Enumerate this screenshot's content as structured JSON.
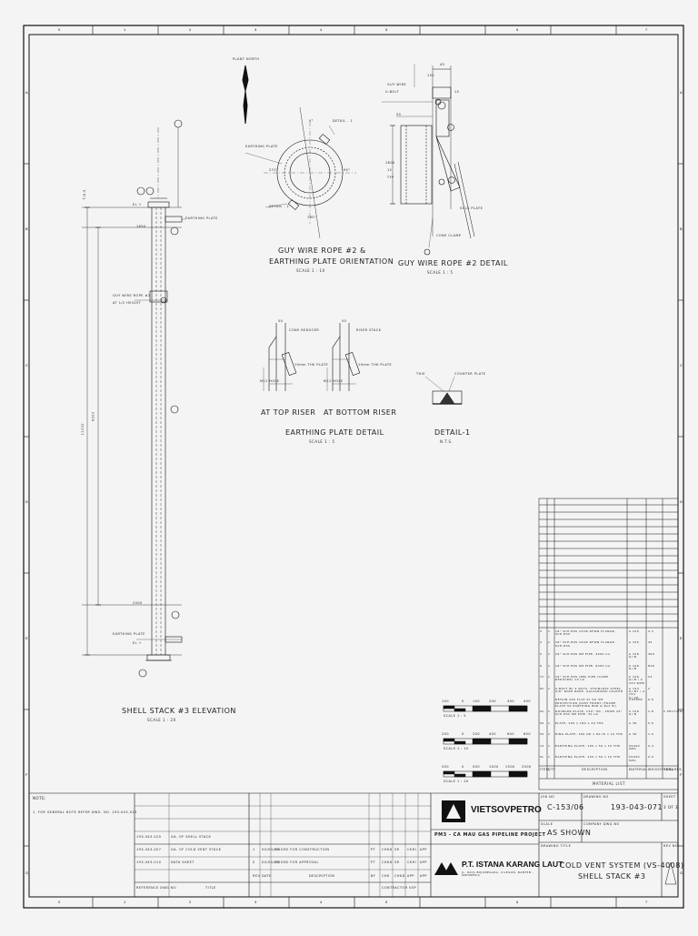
{
  "grid": {
    "columns": [
      "0",
      "1",
      "2",
      "3",
      "4",
      "5",
      "6",
      "7"
    ],
    "rows": [
      "A",
      "B",
      "C",
      "D",
      "E",
      "F",
      "G"
    ]
  },
  "views": {
    "plant_north": "PLANT NORTH",
    "orientation": {
      "title_line1": "GUY WIRE ROPE #2 &",
      "title_line2": "EARTHING PLATE ORIENTATION",
      "scale": "SCALE 1 : 10",
      "labels": [
        "0°",
        "90°",
        "180°",
        "270°",
        "DETAIL - 1",
        "EARTHING PLATE"
      ]
    },
    "guy_detail": {
      "title": "GUY WIRE ROPE #2 DETAIL",
      "scale": "SCALE 1 : 5",
      "labels": [
        "GUY WIRE",
        "U-BOLT",
        "40",
        "150",
        "50",
        "1800",
        "SOLE PLATE",
        "CONE CLAMP",
        "15",
        "12",
        "TYP"
      ]
    },
    "earthing": {
      "title": "EARTHING PLATE DETAIL",
      "scale": "SCALE 1 : 5",
      "top_riser": "AT TOP RISER",
      "bottom_riser": "AT BOTTOM RISER",
      "labels": [
        "CONE REDUCER",
        "RISER STACK",
        "10mm THK PLATE",
        "10mm THK PLATE",
        "M12 HOLE",
        "M12 HOLE",
        "50",
        "50"
      ]
    },
    "detail1": {
      "title": "DETAIL-1",
      "scale": "N.T.S.",
      "labels": [
        "THIS",
        "COUNTER PLATE"
      ]
    },
    "elevation": {
      "title": "SHELL STACK #3 ELEVATION",
      "scale": "SCALE 1 : 20",
      "labels": [
        "EARTHING PLATE",
        "GUY WIRE ROPE #2",
        "AT 1/2 HEIGHT",
        "EARTHING PLATE",
        "EL +",
        "EL +",
        "1850",
        "2000",
        "11000",
        "6000",
        "T.O.S"
      ]
    }
  },
  "scale_bars": [
    {
      "ticks": [
        "100",
        "0",
        "100",
        "200",
        "300",
        "400"
      ],
      "label": "SCALE 1 : 5"
    },
    {
      "ticks": [
        "200",
        "0",
        "200",
        "400",
        "600",
        "800"
      ],
      "label": "SCALE 1 : 10"
    },
    {
      "ticks": [
        "500",
        "0",
        "500",
        "1000",
        "1500",
        "2000"
      ],
      "label": "SCALE 1 : 20"
    }
  ],
  "material_list": {
    "title": "MATERIAL LIST",
    "header": [
      "ITEM",
      "QTY",
      "DESCRIPTION",
      "MATERIAL",
      "WEIGHT (KG)",
      "REMARKS"
    ],
    "rows": [
      [
        "SL",
        "1",
        "EARTHING PLATE, 250 x 50 x 10 THK",
        "SS400 SMA",
        "0.9",
        ""
      ],
      [
        "10",
        "1",
        "EARTHING PLATE, 100 x 50 x 10 THK",
        "SS400 SMA",
        "0.4",
        ""
      ],
      [
        "50",
        "2",
        "RING PLATE, 160 OD x 60 ID x 10 THK",
        "A 36",
        "1.0",
        ""
      ],
      [
        "82",
        "1",
        "PLATE, 200 x 180 x 20 THK",
        "A 36",
        "5.6",
        ""
      ],
      [
        "9C",
        "1",
        "DOUBLER PLATE, 150\" OD - FROM 16\" SCH.80S 6M PIPE, 30 LG",
        "A 106 Gr.B",
        "1.8",
        "2 SECTIONS"
      ],
      [
        "",
        "",
        "RETAIN 200 FLAT PL SO 3M PROTECTION JOINT FRONT (FRAME PLATE SS EARTHING BAR & Rod Pl)",
        "COPPER",
        "0.6",
        ""
      ],
      [
        "8C",
        "1",
        "U-BOLT W/ 2 NUTS, STAINLESS STEEL, 5/8\" WIRE ROPE, GALVANISED COATED",
        "A 193 Gr.B7 / A 194 Gr.2H",
        "2",
        ""
      ],
      [
        "7C",
        "1",
        "16\" SCH.80S (8M) PIPE (CONE REDUCER) 10 LG",
        "A 106 Gr.B / A 234 WPB",
        "23",
        ""
      ],
      [
        "6",
        "1",
        "16\" SCH.80S 6M PIPE, 6000 LG",
        "A 106 Gr.B",
        "826",
        ""
      ],
      [
        "5",
        "1",
        "16\" SCH.80S 6M PIPE, 4000 LG",
        "A 106 Gr.B",
        "369",
        ""
      ],
      [
        "4",
        "1",
        "16\" SCH.80S 150# RFWN FLANGE, SCH.80S",
        "A 105",
        "42",
        ""
      ],
      [
        "3",
        "1",
        "16\" SCH.80S 150# RFWN FLANGE, SCH.80S",
        "A 105",
        "4.3",
        ""
      ]
    ]
  },
  "title_block": {
    "notes_title": "NOTE:",
    "note_1": "1. FOR GENERAL NOTE REFER DWG. NO. 193-043-013",
    "ref_rows": [
      [
        "193-043-020",
        "GA. OF SHELL STACK"
      ],
      [
        "193-043-007",
        "GA. OF COLD VENT STACK"
      ],
      [
        "193-043-010",
        "DATA SHEET"
      ]
    ],
    "ref_header": [
      "REFERENCE DWG NO",
      "TITLE"
    ],
    "revisions": [
      [
        "1",
        "00/00/00",
        "ISSUED FOR CONSTRUCTION",
        "PT",
        "CHKD",
        "SR",
        "CKHI",
        "APP"
      ],
      [
        "0",
        "00/00/00",
        "ISSUED FOR APPROVAL",
        "PT",
        "CHKD",
        "SR",
        "CKHI",
        "APP"
      ]
    ],
    "rev_header": [
      "REV",
      "DATE",
      "DESCRIPTION",
      "BY",
      "CHK",
      "CHKD",
      "APP",
      "APP"
    ],
    "rev_sub": [
      "CONTRACTOR",
      "VSP"
    ],
    "client": "VIETSOVPETRO",
    "project": "PM3 - CA MAU GAS PIPELINE PROJECT",
    "contractor": "P.T. ISTANA KARANG LAUT",
    "contractor_addr": "JL. RAYA BOJONEGARA, CILEGON, BANTEN - INDONESIA",
    "job_label": "JOB NO",
    "job_no": "C-153/06",
    "dwg_label": "DRAWING NO",
    "dwg_no": "193-043-071",
    "sheet_label": "SHEET",
    "sheet_no": "3 OF 3",
    "scale_label": "SCALE",
    "scale_val": "AS SHOWN",
    "company_dwg_label": "COMPANY DWG NO",
    "drawing_title_label": "DRAWING TITLE",
    "drawing_title_1": "COLD VENT SYSTEM (VS-4008)",
    "drawing_title_2": "SHELL STACK #3",
    "rev_label": "REV NO"
  },
  "colors": {
    "line": "#1a1a1a",
    "paper": "#f4f4f4",
    "accent": "#000000"
  }
}
